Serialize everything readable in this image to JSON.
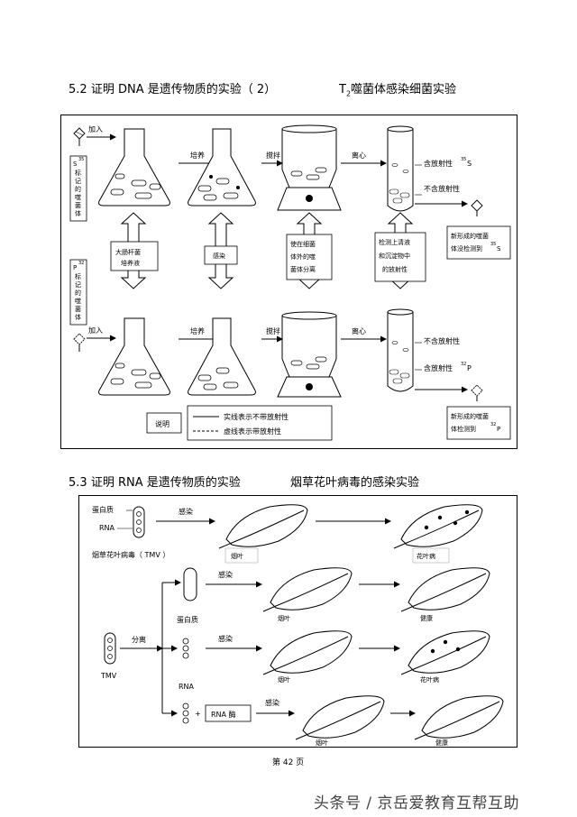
{
  "section1": {
    "number": "5.2",
    "title": "证明 DNA 是遗传物质的实验（ 2）",
    "subtitle_prefix": "T",
    "subtitle_sub": "2",
    "subtitle_rest": "噬菌体感染细菌实验"
  },
  "fig1": {
    "top_label_chars": [
      "S",
      "标",
      "记",
      "的",
      "噬",
      "菌",
      "体"
    ],
    "top_label_sup": "35",
    "bottom_label_chars": [
      "P",
      "标",
      "记",
      "的",
      "噬",
      "菌",
      "体"
    ],
    "bottom_label_sup": "32",
    "add": "加入",
    "culture": "培养",
    "stir": "搅拌",
    "centrifuge": "离心",
    "ecoli_box": [
      "大肠杆菌",
      "培养液"
    ],
    "infect_box": "感染",
    "separate_box": [
      "使在细菌",
      "体外的噬",
      "菌体分离"
    ],
    "detect_box": [
      "检测上清液",
      "和沉淀物中",
      "的放射性"
    ],
    "top_tube_upper": "含放射性",
    "top_tube_upper_sup": "35",
    "top_tube_upper_el": "S",
    "top_tube_lower": "不含放射性",
    "bottom_tube_upper": "不含放射性",
    "bottom_tube_lower": "含放射性",
    "bottom_tube_lower_sup": "32",
    "bottom_tube_lower_el": "P",
    "result_top": [
      "新形成的噬菌",
      "体没检测到"
    ],
    "result_top_sup": "35",
    "result_top_el": "S",
    "result_bottom": [
      "新形成的噬菌",
      "体检测到"
    ],
    "result_bottom_sup": "32",
    "result_bottom_el": "P",
    "legend_title": "说明",
    "legend_solid": "实线表示不带放射性",
    "legend_dashed": "虚线表示带放射性"
  },
  "section2": {
    "number": "5.3",
    "title": "证明 RNA 是遗传物质的实验",
    "subtitle": "烟草花叶病毒的感染实验"
  },
  "fig2": {
    "protein": "蛋白质",
    "rna": "RNA",
    "infect": "感染",
    "tmv_full": "烟草花叶病毒（ TMV ）",
    "tobacco_leaf": "烟叶",
    "mosaic": "花叶病",
    "healthy": "健康",
    "separate": "分离",
    "tmv": "TMV",
    "plus": "+",
    "rnase": "RNA 酶",
    "row1_leaf_label": "烟叶",
    "row1_result": "花叶病",
    "row2_leaf_label": "烟叶",
    "row2_result": "健康",
    "row3_leaf_label": "烟叶",
    "row3_result": "花叶病",
    "row4_leaf_label": "烟叶",
    "row4_result": "健康"
  },
  "page_number": "第 42 页",
  "watermark": "头条号 / 京岳爱教育互帮互助"
}
